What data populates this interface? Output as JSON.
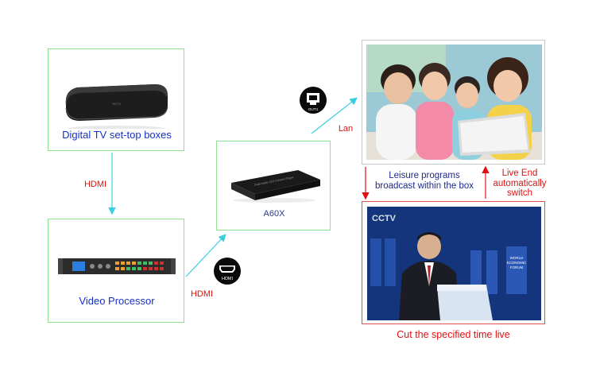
{
  "devices": {
    "settop": {
      "label": "Digital TV set-top boxes",
      "badge": "HDTV"
    },
    "processor": {
      "label": "Video Processor"
    },
    "player": {
      "label": "A60X",
      "front_text": "Dual-mode LED Content Player"
    }
  },
  "links": {
    "hdmi_vertical": "HDMI",
    "hdmi_diagonal": "HDMI",
    "lan": "Lan",
    "hdmi_port": "HDMI",
    "lan_port": "OUT1"
  },
  "annotations": {
    "leisure_line1": "Leisure programs",
    "leisure_line2": "broadcast within the box",
    "live_line1": "Live End",
    "live_line2": "automatically",
    "live_line3": "switch",
    "cut": "Cut the specified time live"
  },
  "live_screen": {
    "channel_logo": "CCTV",
    "banner_word1": "WORLD",
    "banner_word2": "ECONOMIC",
    "banner_word3": "FORUM"
  },
  "colors": {
    "box_border": "#8fe08f",
    "connector": "#38d0e0",
    "red": "#e01010",
    "label_blue": "#1530c8"
  }
}
